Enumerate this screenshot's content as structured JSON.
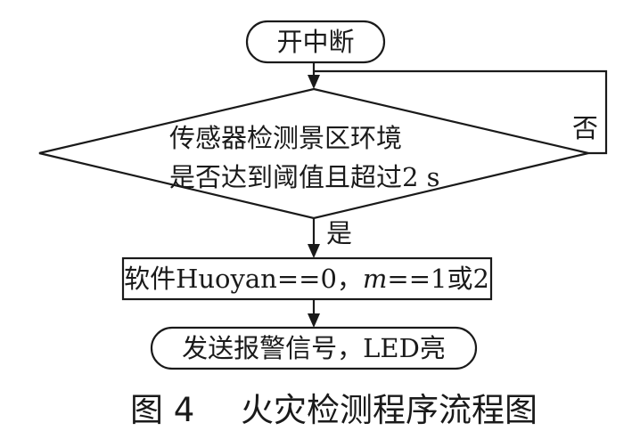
{
  "nodes": {
    "start": {
      "text": "开中断"
    },
    "decision": {
      "line1": "传感器检测景区环境",
      "line2": "是否达到阈值且超过2 s"
    },
    "process": {
      "part1": "软件Huoyan==0，",
      "var": "m",
      "part2": "==1或2"
    },
    "end": {
      "text": "发送报警信号，LED亮"
    }
  },
  "edges": {
    "no_label": "否",
    "yes_label": "是"
  },
  "caption": {
    "number": "图 4",
    "title": "火灾检测程序流程图"
  }
}
